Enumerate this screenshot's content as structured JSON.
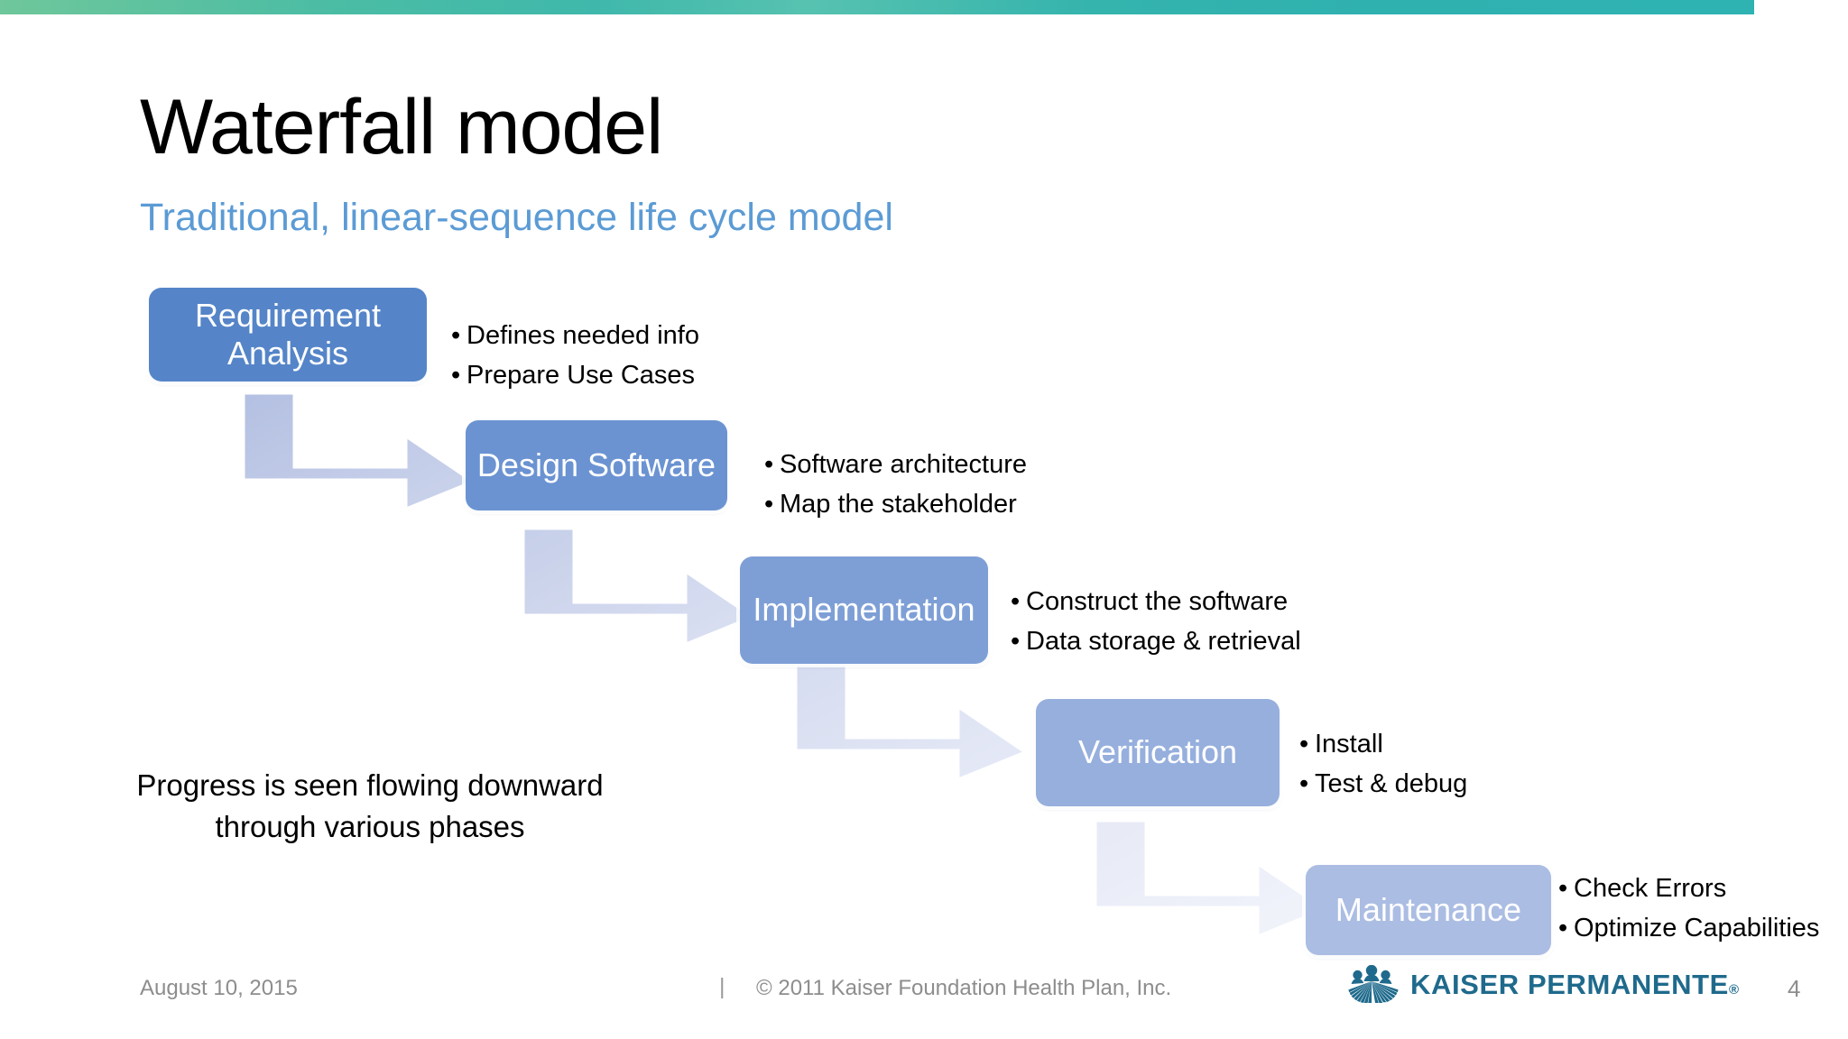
{
  "slide": {
    "title": "Waterfall model",
    "subtitle": "Traditional, linear-sequence life cycle model",
    "note": "Progress is seen flowing downward through various phases"
  },
  "theme": {
    "band_gradient_start": "#6fc79b",
    "band_gradient_end": "#2fb2b2",
    "subtitle_color": "#5b9bd5",
    "logo_color": "#1f6a8c",
    "footer_text_color": "#8d8d8d"
  },
  "stages": [
    {
      "label": "Requirement Analysis",
      "color": "#5585c8",
      "arrow_color_start": "#b9c4e4",
      "arrow_color_end": "#c9d2ea",
      "bullets": [
        "Defines needed info",
        "Prepare Use Cases"
      ]
    },
    {
      "label": "Design Software",
      "color": "#6b93d2",
      "arrow_color_start": "#c6cfe9",
      "arrow_color_end": "#d5dcef",
      "bullets": [
        "Software architecture",
        "Map the stakeholder"
      ]
    },
    {
      "label": "Implementation",
      "color": "#7e9fd6",
      "arrow_color_start": "#d3daee",
      "arrow_color_end": "#e0e5f4",
      "bullets": [
        "Construct the software",
        "Data storage & retrieval"
      ]
    },
    {
      "label": "Verification",
      "color": "#96afdd",
      "arrow_color_start": "#dfe3f3",
      "arrow_color_end": "#e9ecf8",
      "bullets": [
        "Install",
        "Test & debug"
      ]
    },
    {
      "label": "Maintenance",
      "color": "#abbde3",
      "arrow_color_start": "#ebedf8",
      "arrow_color_end": "#f3f5fb",
      "bullets": [
        "Check Errors",
        "Optimize Capabilities"
      ]
    }
  ],
  "footer": {
    "date": "August 10, 2015",
    "separator": "|",
    "copyright": "© 2011 Kaiser Foundation Health Plan, Inc.",
    "logo_text": "KAISER PERMANENTE",
    "logo_registered": "®",
    "slide_number": "4"
  }
}
